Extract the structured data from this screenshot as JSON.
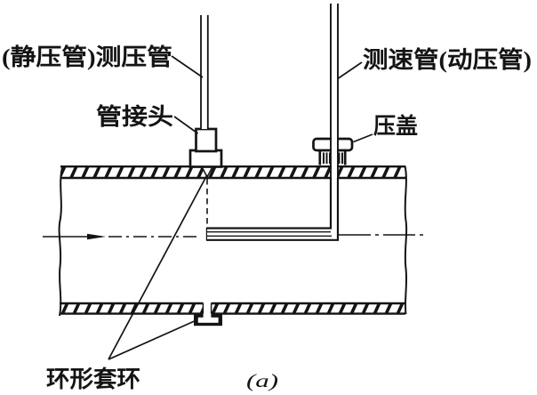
{
  "figure": {
    "caption": "(a)",
    "labels": {
      "static_pressure_tube": "(静压管)测压管",
      "velocity_tube": "测速管(动压管)",
      "pipe_joint": "管接头",
      "gland": "压盖",
      "ring_collar": "环形套环"
    },
    "colors": {
      "ink": "#141414",
      "paper": "#ffffff"
    }
  }
}
